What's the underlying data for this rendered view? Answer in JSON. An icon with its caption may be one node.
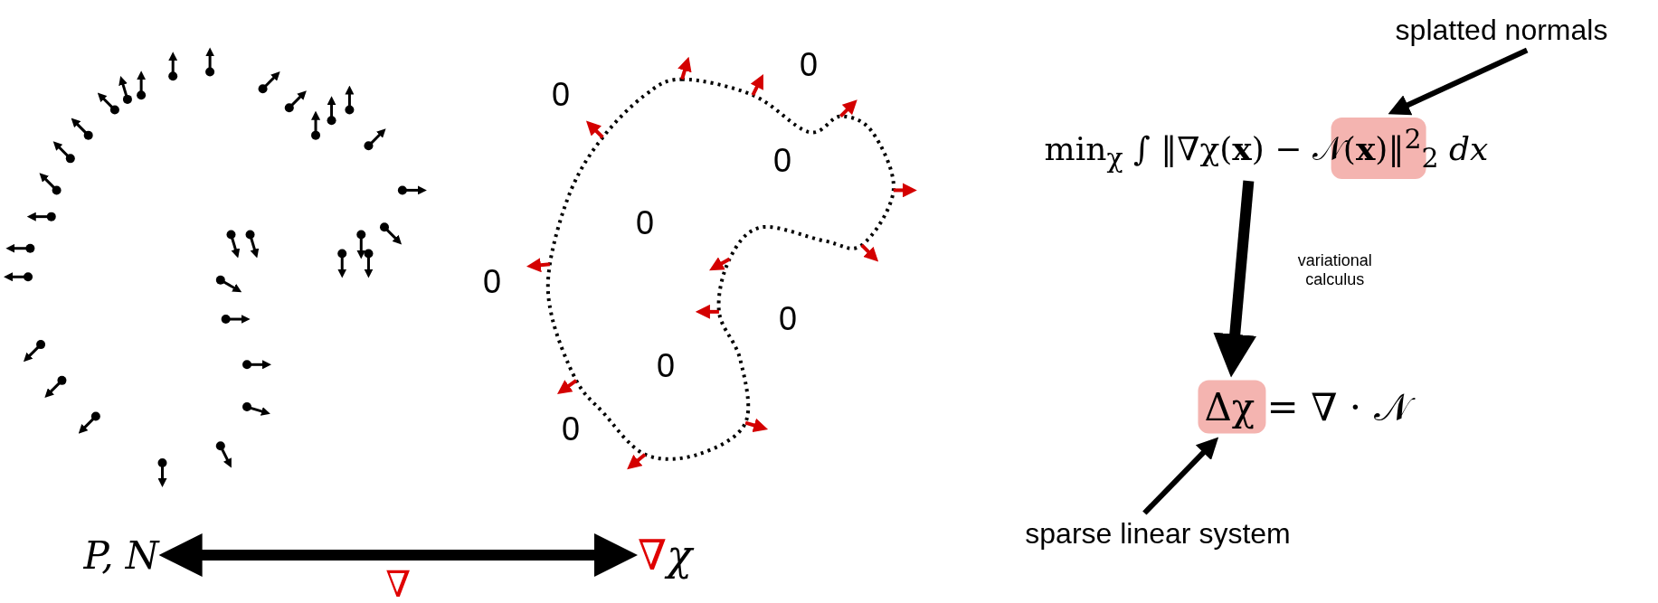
{
  "diagram": {
    "nodes": [
      {
        "text": [
          "P, N"
        ]
      },
      {
        "text": [
          "∇χ"
        ]
      },
      {
        "text": [
          "min$_{χ}$ ∫ ‖∇χ(**x**) − 𝒩(**x**)‖$^{2}$$_{2}$ *dx*"
        ]
      },
      {
        "text": [],
        "shape": "box",
        "in": 2
      },
      {
        "text": [
          "Δχ = ∇ · 𝒩"
        ]
      },
      {
        "text": [],
        "shape": "box",
        "in": 4
      },
      {
        "text": [
          "splatted normals"
        ]
      },
      {
        "text": [
          "sparse linear system"
        ]
      }
    ],
    "edges": [
      {
        "from": 0,
        "to": 1,
        "arrow": "both",
        "label": "∇",
        "style": "thick"
      },
      {
        "from": 2,
        "to": 4,
        "arrow": "to",
        "label": "variational calculus",
        "style": "thick"
      },
      {
        "from": 6,
        "to": 3,
        "arrow": "to"
      },
      {
        "from": 7,
        "to": 5,
        "arrow": "to"
      }
    ],
    "labels": [
      "0",
      "0",
      "0",
      "0",
      "0",
      "0",
      "0",
      "0"
    ]
  }
}
